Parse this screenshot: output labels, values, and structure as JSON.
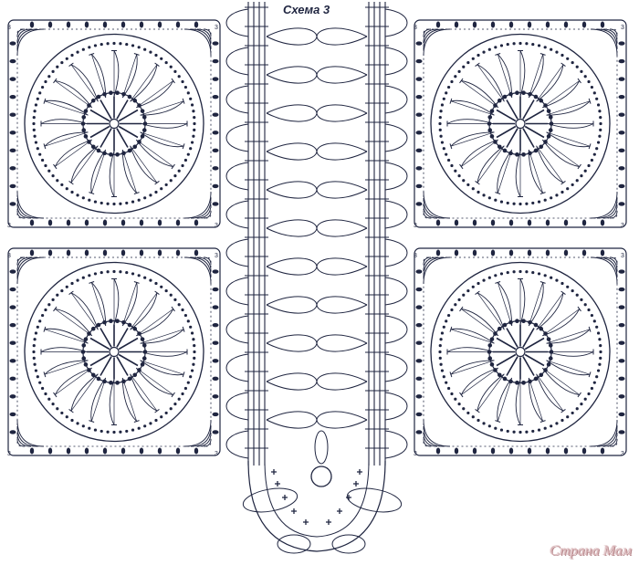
{
  "diagram": {
    "title": "Схема 3",
    "corner_mark": "3",
    "watermark": "Страна Мам",
    "ink_color": "#1f2540",
    "motif_count": 4
  }
}
